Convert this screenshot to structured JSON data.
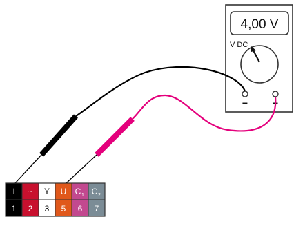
{
  "multimeter": {
    "display_value": "4,00 V",
    "mode_label": "V DC",
    "negative_label": "−",
    "positive_label": "+"
  },
  "terminal_strip": {
    "top_labels": [
      "⊥",
      "~",
      "Y",
      "U",
      "C",
      "C"
    ],
    "top_subscripts": [
      "",
      "",
      "",
      "",
      "1",
      "2"
    ],
    "bottom_numbers": [
      "1",
      "2",
      "3",
      "5",
      "6",
      "7"
    ],
    "colors": [
      "#000000",
      "#c8102e",
      "#ffffff",
      "#e0581b",
      "#c2498f",
      "#7b8c96"
    ],
    "text_colors": [
      "#ffffff",
      "#ffffff",
      "#000000",
      "#ffffff",
      "#ffffff",
      "#ffffff"
    ]
  },
  "probes": {
    "black_color": "#000000",
    "red_color": "#e4007c"
  }
}
